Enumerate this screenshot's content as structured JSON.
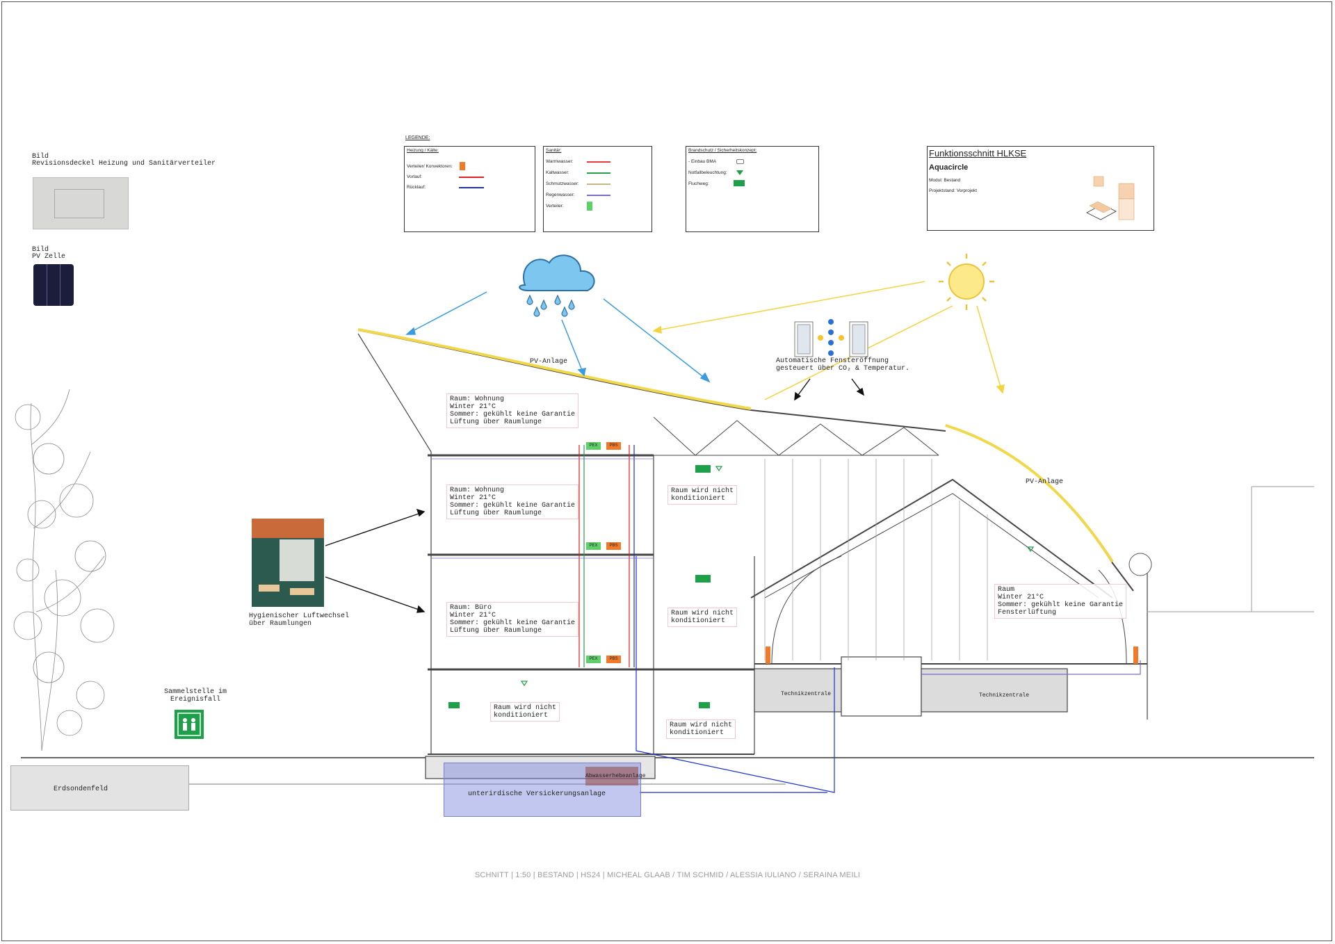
{
  "legend": {
    "title": "LEGENDE:",
    "heating": {
      "title": "Heizung / Kälte:",
      "items": [
        {
          "label": "Verteiler/ Konvektoren:",
          "color": "#f07a2a"
        },
        {
          "label": "Vorlauf:",
          "color": "#e02020"
        },
        {
          "label": "Rücklauf:",
          "color": "#1a2fd0"
        }
      ]
    },
    "sanitary": {
      "title": "Sanitär:",
      "items": [
        {
          "label": "Warmwasser:",
          "color": "#e83a3a"
        },
        {
          "label": "Kaltwasser:",
          "color": "#23a04a"
        },
        {
          "label": "Schmutzwasser:",
          "color": "#c8b48a"
        },
        {
          "label": "Regenwasser:",
          "color": "#7a6ad0"
        },
        {
          "label": "Verteiler:",
          "color": "#5fcf6a"
        }
      ]
    },
    "fire": {
      "title": "Brandschutz / Sicherheitskonzept:",
      "items": [
        {
          "label": "- Einbau BMA"
        },
        {
          "label": "Notfallbeleuchtung:"
        },
        {
          "label": "Fluchweg:"
        }
      ]
    }
  },
  "titleblock": {
    "heading": "Funktionsschnitt HLKSE",
    "project": "Aquacircle",
    "module": "Modul: Bestand",
    "status": "Projektstand: Vorprojekt"
  },
  "images": {
    "revision": {
      "caption1": "Bild",
      "caption2": "Revisionsdeckel Heizung und Sanitärverteiler"
    },
    "pv": {
      "caption1": "Bild",
      "caption2": "PV Zelle"
    },
    "airlung": {
      "caption": "Hygienischer Luftwechsel\nüber Raumlungen"
    }
  },
  "labels": {
    "pv1": "PV-Anlage",
    "pv2": "PV-Anlage",
    "window": "Automatische Fensteröffnung\ngesteuert über CO₂ & Temperatur.",
    "assembly": "Sammelstelle im\nEreignisfall",
    "geo": "Erdsondenfeld",
    "infiltration": "unterirdische Versickerungsanlage",
    "sewage": "Abwasserhebeanlage",
    "tech1": "Technikzentrale",
    "tech2": "Technikzentrale",
    "pex1": "PEX",
    "pbs1": "PBS",
    "pex2": "PEX",
    "pbs2": "PBS",
    "pex3": "PEX",
    "pbs3": "PBS"
  },
  "rooms": [
    {
      "text": "Raum: Wohnung\nWinter 21°C\nSommer: gekühlt keine Garantie\nLüftung über Raumlunge"
    },
    {
      "text": "Raum: Wohnung\nWinter 21°C\nSommer: gekühlt keine Garantie\nLüftung über Raumlunge"
    },
    {
      "text": "Raum: Büro\nWinter 21°C\nSommer: gekühlt keine Garantie\nLüftung über Raumlunge"
    },
    {
      "text": "Raum wird nicht\nkonditioniert"
    },
    {
      "text": "Raum wird nicht\nkonditioniert"
    },
    {
      "text": "Raum wird nicht\nkonditioniert"
    },
    {
      "text": "Raum wird nicht\nkonditioniert"
    },
    {
      "text": "Raum\nWinter 21°C\nSommer: gekühlt keine Garantie\nFensterlüftung"
    }
  ],
  "footer": "SCHNITT | 1:50 | BESTAND | HS24 | MICHEAL GLAAB / TIM SCHMID / ALESSIA IULIANO / SERAINA MEILI"
}
